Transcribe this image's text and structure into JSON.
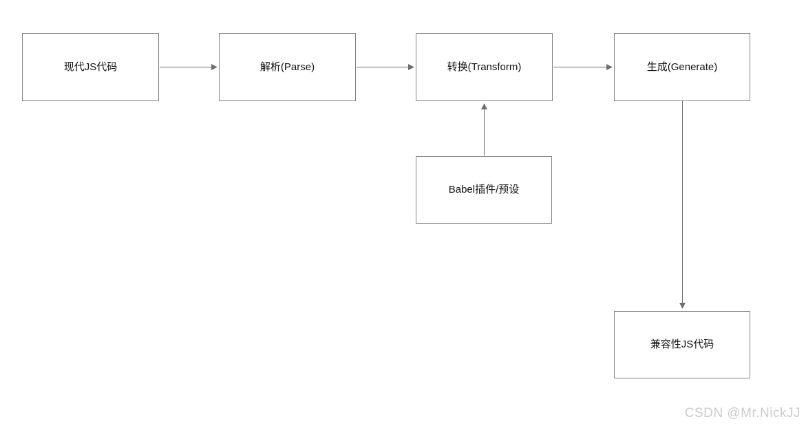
{
  "diagram": {
    "title": "Babel compilation pipeline flowchart",
    "background": "#ffffff"
  },
  "colors": {
    "node_border": "#828282",
    "node_text": "#111111",
    "arrow": "#6e6e6e",
    "watermark": "#cbcbcb"
  },
  "nodes": [
    {
      "id": "modern-js",
      "label": "现代JS代码"
    },
    {
      "id": "parse",
      "label": "解析(Parse)"
    },
    {
      "id": "transform",
      "label": "转换(Transform)"
    },
    {
      "id": "generate",
      "label": "生成(Generate)"
    },
    {
      "id": "babel-plugins",
      "label": "Babel插件/预设"
    },
    {
      "id": "compatible-js",
      "label": "兼容性JS代码"
    }
  ],
  "edges": [
    {
      "from": "modern-js",
      "to": "transform-parse",
      "direction": "right"
    },
    {
      "from": "parse",
      "to": "transform",
      "direction": "right"
    },
    {
      "from": "transform",
      "to": "generate",
      "direction": "right"
    },
    {
      "from": "babel-plugins",
      "to": "transform",
      "direction": "up"
    },
    {
      "from": "generate",
      "to": "compatible-js",
      "direction": "down"
    }
  ],
  "watermark": {
    "text": "CSDN @Mr.NickJJ"
  }
}
